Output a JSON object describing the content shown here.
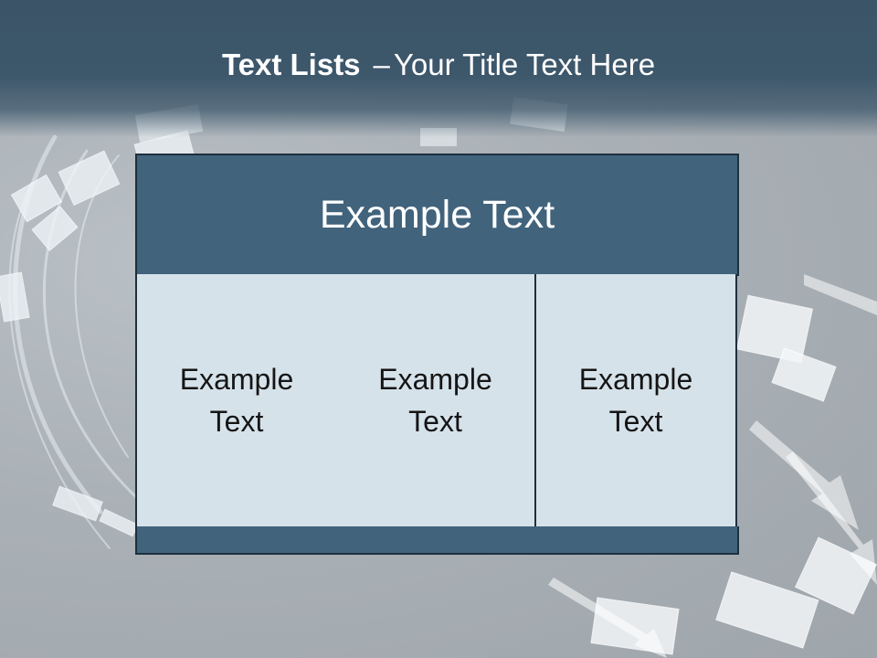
{
  "slide": {
    "title_bold": "Text Lists",
    "title_dash": "–",
    "title_rest": "Your Title Text Here"
  },
  "table": {
    "header": "Example Text",
    "cells": [
      "Example Text",
      "Example Text",
      "Example Text"
    ]
  },
  "colors": {
    "header_band": "#3b5468",
    "table_header": "#41637c",
    "table_cell": "#d6e2ea",
    "border": "#1e2f3d"
  }
}
